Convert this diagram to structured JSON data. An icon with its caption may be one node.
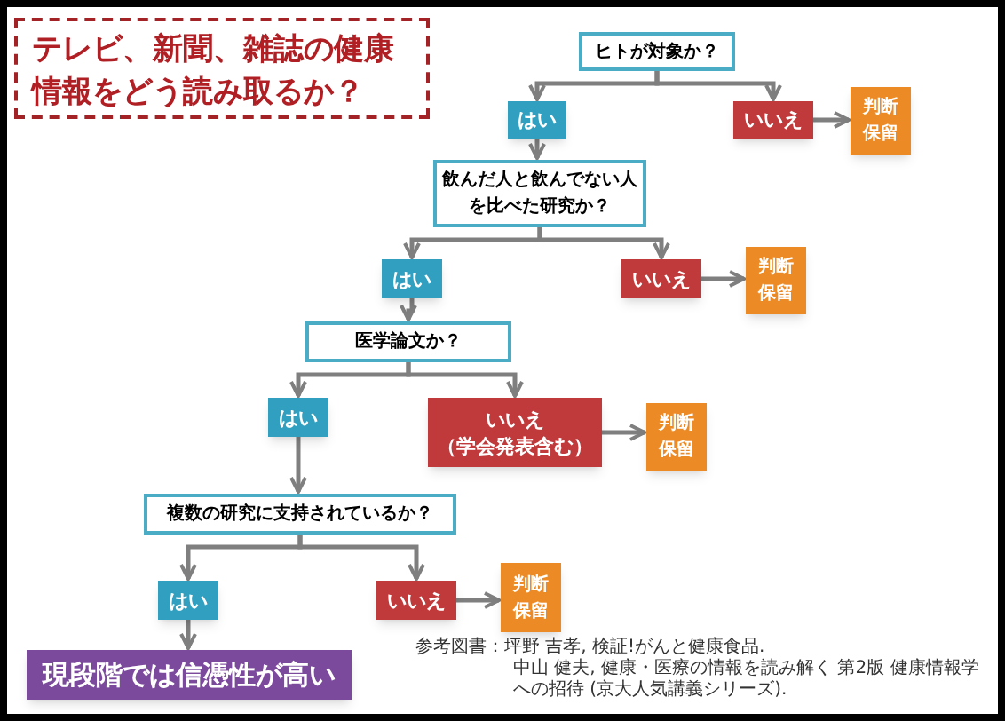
{
  "diagram": {
    "title": "テレビ、新聞、雑誌の健康情報をどう読み取るか？",
    "nodes": [
      {
        "text": [
          "ヒトが対象か？"
        ]
      },
      {
        "text": [
          "はい"
        ]
      },
      {
        "text": [
          "いいえ"
        ]
      },
      {
        "text": [
          "判断保留"
        ]
      },
      {
        "text": [
          "飲んだ人と飲んでない人を比べた研究か？"
        ]
      },
      {
        "text": [
          "はい"
        ]
      },
      {
        "text": [
          "いいえ"
        ]
      },
      {
        "text": [
          "判断保留"
        ]
      },
      {
        "text": [
          "医学論文か？"
        ]
      },
      {
        "text": [
          "はい"
        ]
      },
      {
        "text": [
          "いいえ",
          "（学会発表含む）"
        ]
      },
      {
        "text": [
          "判断保留"
        ]
      },
      {
        "text": [
          "複数の研究に支持されているか？"
        ]
      },
      {
        "text": [
          "はい"
        ]
      },
      {
        "text": [
          "いいえ"
        ]
      },
      {
        "text": [
          "判断保留"
        ]
      },
      {
        "text": [
          "現段階では信憑性が高い"
        ]
      }
    ],
    "edges": [
      {
        "from": 0,
        "to": 1,
        "arrow": "to"
      },
      {
        "from": 0,
        "to": 2,
        "arrow": "to"
      },
      {
        "from": 2,
        "to": 3,
        "arrow": "to"
      },
      {
        "from": 1,
        "to": 4,
        "arrow": "to"
      },
      {
        "from": 4,
        "to": 5,
        "arrow": "to"
      },
      {
        "from": 4,
        "to": 6,
        "arrow": "to"
      },
      {
        "from": 6,
        "to": 7,
        "arrow": "to"
      },
      {
        "from": 5,
        "to": 8,
        "arrow": "to"
      },
      {
        "from": 8,
        "to": 9,
        "arrow": "to"
      },
      {
        "from": 8,
        "to": 10,
        "arrow": "to"
      },
      {
        "from": 10,
        "to": 11,
        "arrow": "to"
      },
      {
        "from": 9,
        "to": 12,
        "arrow": "to"
      },
      {
        "from": 12,
        "to": 13,
        "arrow": "to"
      },
      {
        "from": 12,
        "to": 14,
        "arrow": "to"
      },
      {
        "from": 14,
        "to": 15,
        "arrow": "to"
      },
      {
        "from": 13,
        "to": 16,
        "arrow": "to"
      }
    ],
    "labels": [
      "参考図書：坪野 吉孝, 検証!がんと健康食品.",
      "中山 健夫, 健康・医療の情報を読み解く 第2版 健康情報学への招待 (京大人気講義シリーズ)."
    ]
  }
}
